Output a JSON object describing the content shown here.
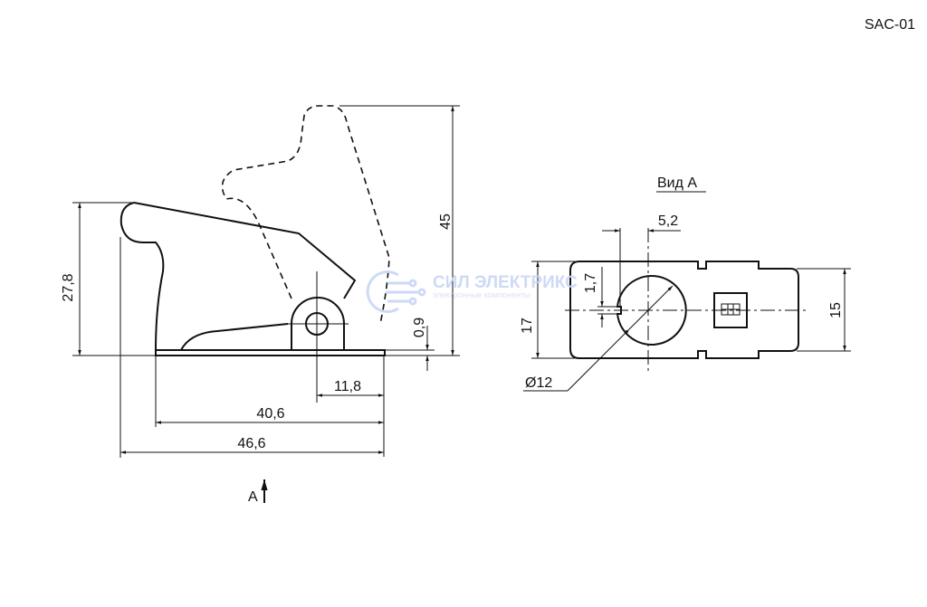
{
  "drawing_code": "SAC-01",
  "view_title": "Вид А",
  "view_marker": "A",
  "watermark": {
    "name": "СИЛ ЭЛЕКТРИКС",
    "tagline": "электронные компоненты"
  },
  "dimensions": {
    "height_closed": "27,8",
    "height_open": "45",
    "plate_thickness": "0,9",
    "pivot_offset": "11,8",
    "base_length": "40,6",
    "total_length": "46,6",
    "key_offset": "5,2",
    "key_width": "1,7",
    "width_outer": "17",
    "width_inner": "15",
    "hole_diameter": "Ø12"
  }
}
